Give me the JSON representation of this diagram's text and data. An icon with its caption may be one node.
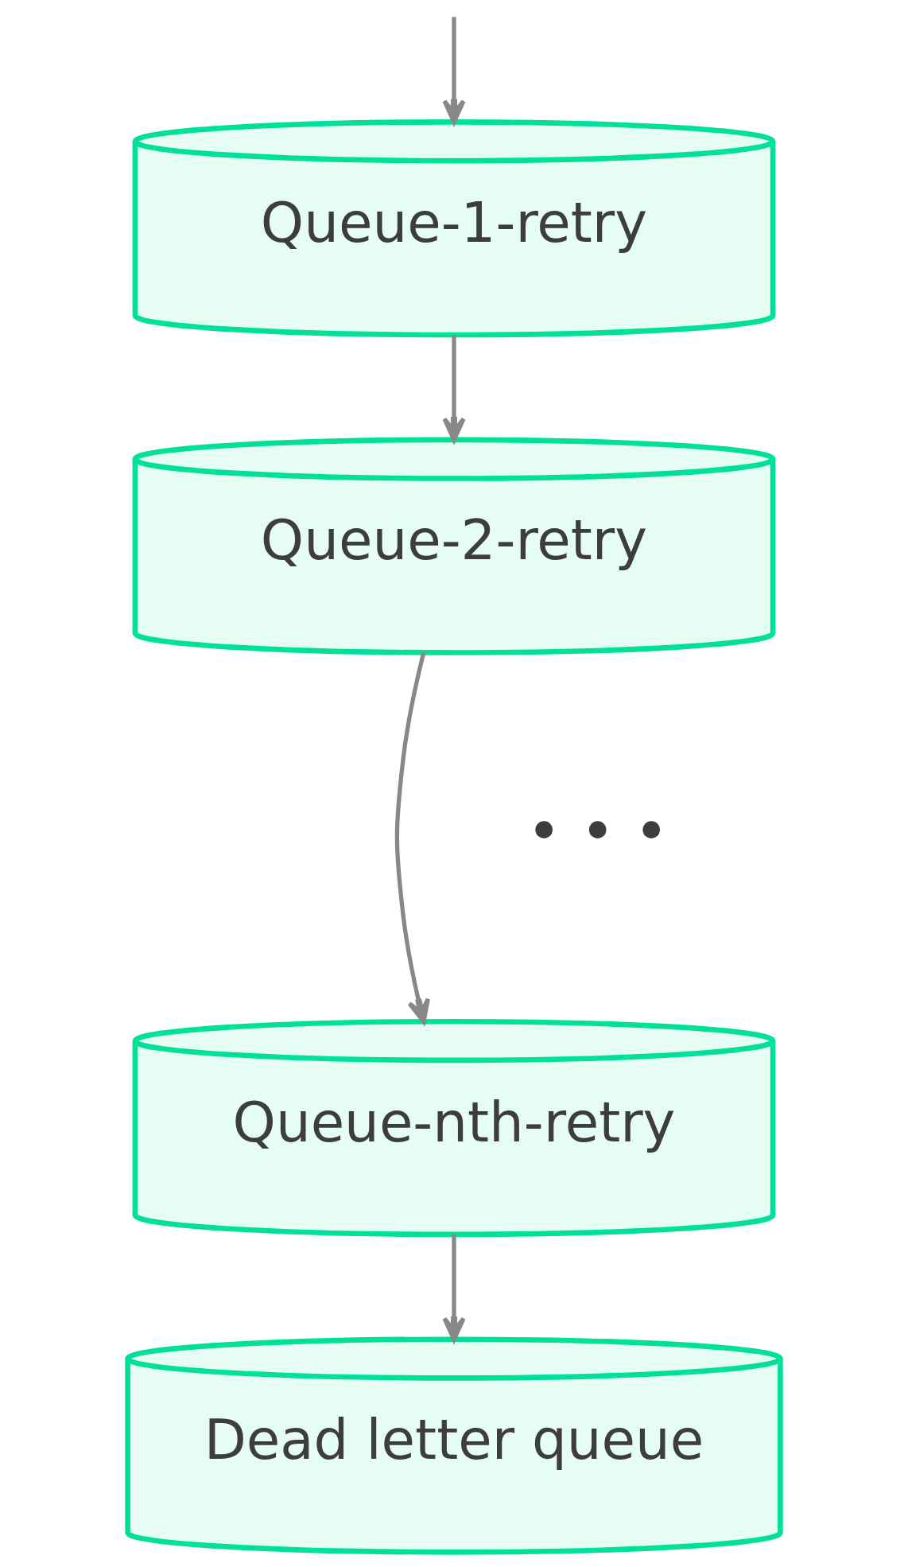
{
  "diagram": {
    "nodes": [
      {
        "text": [
          "Queue-1-retry"
        ]
      },
      {
        "text": [
          "Queue-2-retry"
        ]
      },
      {
        "text": [
          "Queue-nth-retry"
        ]
      },
      {
        "text": [
          "Dead letter queue"
        ]
      }
    ],
    "edges": [
      {
        "from": null,
        "to": 0,
        "arrow": "to"
      },
      {
        "from": 0,
        "to": 1,
        "arrow": "to"
      },
      {
        "from": 1,
        "to": 2,
        "arrow": "to"
      },
      {
        "from": 2,
        "to": 3,
        "arrow": "to"
      }
    ],
    "labels": [
      "• • •"
    ]
  }
}
